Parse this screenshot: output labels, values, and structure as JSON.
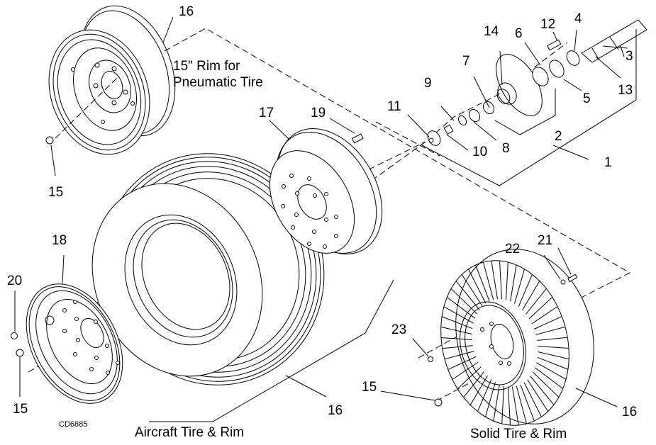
{
  "diagram": {
    "title": "Wheel & Hub Exploded Parts Diagram",
    "figure_code": "CD6885",
    "captions": {
      "pneumatic_line1": "15\" Rim for",
      "pneumatic_line2": "Pneumatic Tire",
      "aircraft": "Aircraft Tire & Rim",
      "solid": "Solid Tire & Rim"
    },
    "callouts": {
      "c1": "1",
      "c2": "2",
      "c3": "3",
      "c4": "4",
      "c5": "5",
      "c6": "6",
      "c7": "7",
      "c8": "8",
      "c9": "9",
      "c10": "10",
      "c11": "11",
      "c12": "12",
      "c13": "13",
      "c14": "14",
      "c15a": "15",
      "c15b": "15",
      "c15c": "15",
      "c16a": "16",
      "c16b": "16",
      "c16c": "16",
      "c17": "17",
      "c18": "18",
      "c19": "19",
      "c20": "20",
      "c21": "21",
      "c22": "22",
      "c23": "23"
    },
    "colors": {
      "line": "#000000",
      "background": "#ffffff"
    }
  }
}
